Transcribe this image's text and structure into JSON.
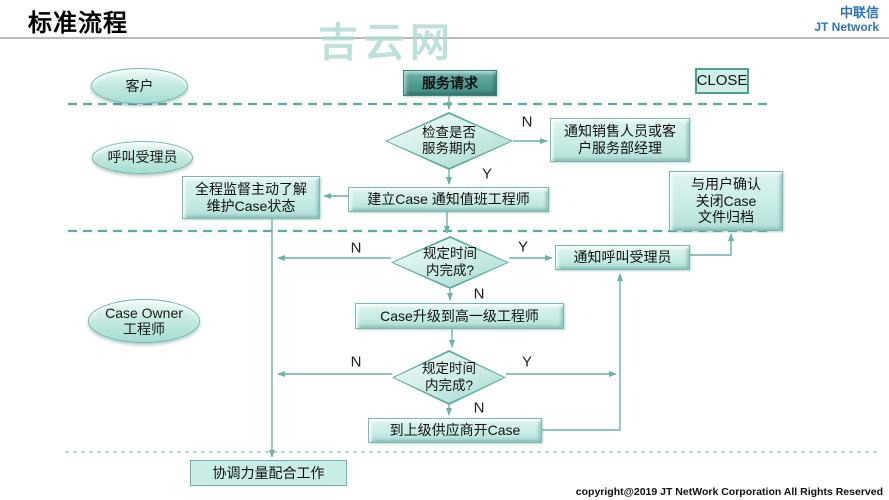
{
  "header": {
    "title": "标准流程",
    "watermark": "吉云网",
    "brand_name": "中联信",
    "brand_sub": "JT Network"
  },
  "footer": {
    "copyright": "copyright@2019  JT NetWork Corporation All Rights Reserved"
  },
  "lanes": {
    "customer": "客户",
    "receptionist": "呼叫受理员",
    "engineer": "Case Owner\n工程师"
  },
  "nodes": {
    "service_request": "服务请求",
    "close": "CLOSE",
    "check_service_period": "检查是否\n服务期内",
    "notify_sales": "通知销售人员或客\n户服务部经理",
    "create_case": "建立Case 通知值班工程师",
    "monitor_case": "全程监督主动了解\n维护Case状态",
    "confirm_close_case": "与用户确认\n关闭Case\n文件归档",
    "deadline_check_1": "规定时间\n内完成?",
    "notify_receptionist": "通知呼叫受理员",
    "escalate_case": "Case升级到高一级工程师",
    "deadline_check_2": "规定时间\n内完成?",
    "open_vendor_case": "到上级供应商开Case",
    "coordinate_work": "协调力量配合工作"
  },
  "branch_labels": {
    "yes": "Y",
    "no": "N"
  },
  "colors": {
    "accent_teal": "#5aa8a0",
    "connector": "#6cb2aa",
    "box_fill_light": "#c9ece6",
    "box_fill_dark": "#4f9a92",
    "brand_blue": "#2e75b6",
    "watermark": "#aed9d1"
  }
}
